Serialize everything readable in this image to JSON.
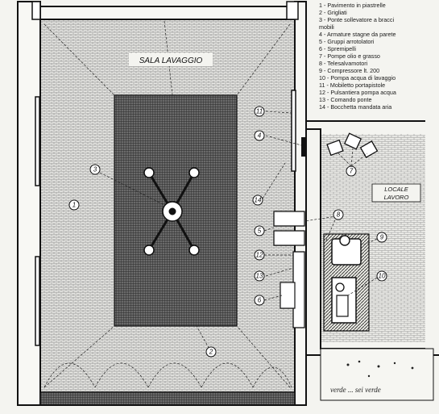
{
  "title": "SALA LAVAGGIO",
  "locale_label": [
    "LOCALE",
    "LAVORO"
  ],
  "legend": [
    "1 - Pavimento in piastrelle",
    "2 - Grigliati",
    "3 - Ponte sollevatore a bracci",
    "      mobili",
    "4 - Armature stagne da parete",
    "5 - Gruppi arrotolatori",
    "6 - Spremipelli",
    "7 - Pompe olio e grasso",
    "8 - Telesalvamotori",
    "9 - Compressore lt. 200",
    "10 - Pompa acqua di lavaggio",
    "11 - Mobiletto portapistole",
    "12 - Pulsantiera pompa acqua",
    "13 - Comando ponte",
    "14 - Bocchetta mandata aria"
  ],
  "markers": {
    "m1": "1",
    "m2": "2",
    "m3": "3",
    "m4": "4",
    "m5": "5",
    "m6": "6",
    "m7": "7",
    "m8": "8",
    "m9": "9",
    "m10": "10",
    "m11": "11",
    "m12": "12",
    "m13": "13",
    "m14": "14"
  },
  "handwriting": "verde ... sei verde",
  "colors": {
    "ink": "#151515",
    "paper": "#f4f4f0",
    "grate": "#5a5a5a"
  }
}
